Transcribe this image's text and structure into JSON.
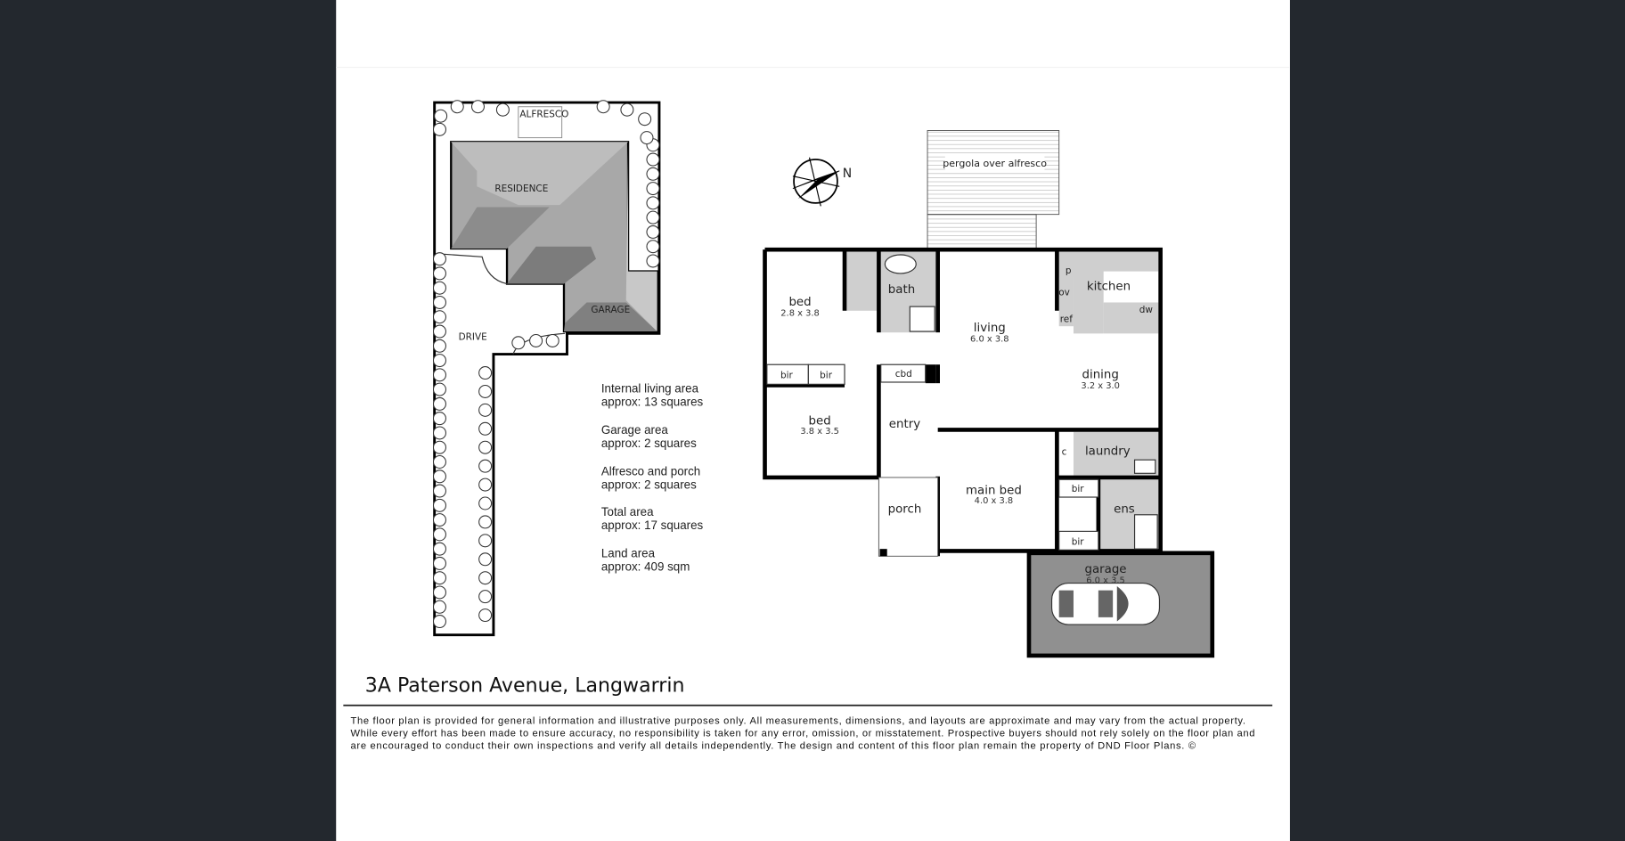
{
  "title": "3A Paterson Avenue, Langwarrin",
  "site_plan": {
    "labels": {
      "alfresco": "ALFRESCO",
      "residence": "RESIDENCE",
      "garage": "GARAGE",
      "drive": "DRIVE"
    }
  },
  "areas": [
    {
      "label": "Internal living area",
      "value": "approx: 13 squares"
    },
    {
      "label": "Garage area",
      "value": "approx: 2 squares"
    },
    {
      "label": "Alfresco and porch",
      "value": "approx: 2 squares"
    },
    {
      "label": "Total area",
      "value": "approx: 17 squares"
    },
    {
      "label": "Land area",
      "value": "approx: 409 sqm"
    }
  ],
  "floor_plan": {
    "compass": "N",
    "pergola": "pergola over alfresco",
    "rooms": {
      "bed1": {
        "name": "bed",
        "dim": "2.8 x 3.8"
      },
      "bed2": {
        "name": "bed",
        "dim": "3.8 x 3.5"
      },
      "bath": {
        "name": "bath"
      },
      "living": {
        "name": "living",
        "dim": "6.0 x 3.8"
      },
      "kitchen": {
        "name": "kitchen"
      },
      "dining": {
        "name": "dining",
        "dim": "3.2 x 3.0"
      },
      "entry": {
        "name": "entry"
      },
      "laundry": {
        "name": "laundry"
      },
      "main_bed": {
        "name": "main bed",
        "dim": "4.0 x 3.8"
      },
      "ens": {
        "name": "ens"
      },
      "porch": {
        "name": "porch"
      },
      "garage": {
        "name": "garage",
        "dim": "6.0 x 3.5"
      }
    },
    "fixtures": {
      "bir": "bir",
      "cbd": "cbd",
      "p": "p",
      "ov": "ov",
      "ref": "ref",
      "dw": "dw",
      "c": "c"
    }
  },
  "disclaimer": [
    "The floor plan is provided for general information and illustrative purposes only. All measurements, dimensions, and layouts are approximate and may vary from the actual property.",
    "While every effort has been made to ensure accuracy, no responsibility is taken for any error, omission, or misstatement. Prospective buyers should not rely solely on the floor plan and",
    "are encouraged to conduct their own inspections and verify all details independently. The design and content of this floor plan remain the property of DND Floor Plans. ©"
  ]
}
